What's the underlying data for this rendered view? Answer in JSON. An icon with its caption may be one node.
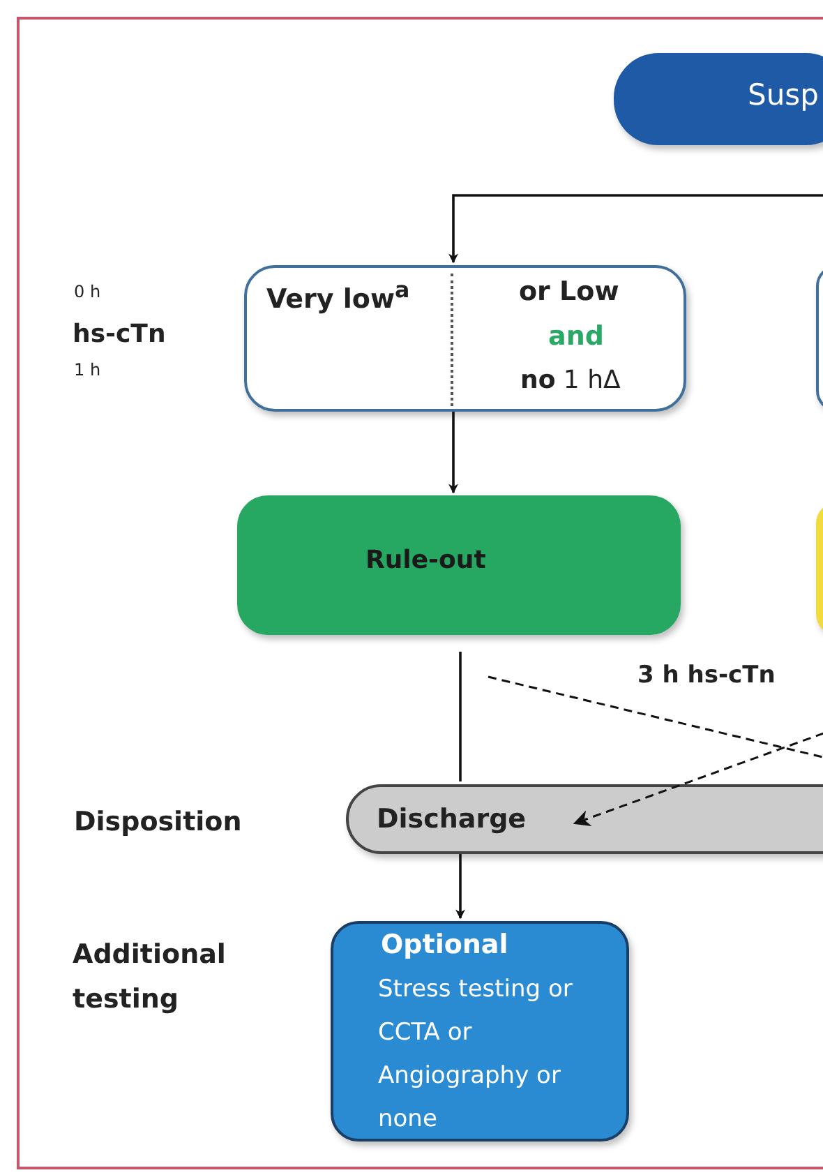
{
  "diagram": {
    "nodes": [
      {
        "text": [
          "Susp"
        ]
      },
      {
        "text": [
          "Very low$^{a}$",
          "or Low",
          "and",
          "**no** 1 hΔ"
        ]
      },
      {
        "text": [],
        "shape": "box"
      },
      {
        "text": [
          "Rule-out"
        ]
      },
      {
        "text": [],
        "shape": "box"
      },
      {
        "text": [
          "Discharge"
        ]
      },
      {
        "text": [
          "Optional",
          "Stress testing or CCTA or Angiography or none"
        ]
      }
    ],
    "edges": [
      {
        "from": null,
        "to": 1,
        "arrow": "to"
      },
      {
        "from": 1,
        "to": 3,
        "arrow": "to"
      },
      {
        "from": 3,
        "to": 5,
        "arrow": "none"
      },
      {
        "from": 5,
        "to": 6,
        "arrow": "to"
      },
      {
        "from": 3,
        "to": null,
        "arrow": "none",
        "style": "dashed"
      },
      {
        "from": null,
        "to": 5,
        "arrow": "to",
        "style": "dashed"
      }
    ],
    "labels": [
      "0 h",
      "hs-cTn",
      "1 h",
      "3 h hs-cTn",
      "Disposition",
      "Additional testing"
    ]
  }
}
